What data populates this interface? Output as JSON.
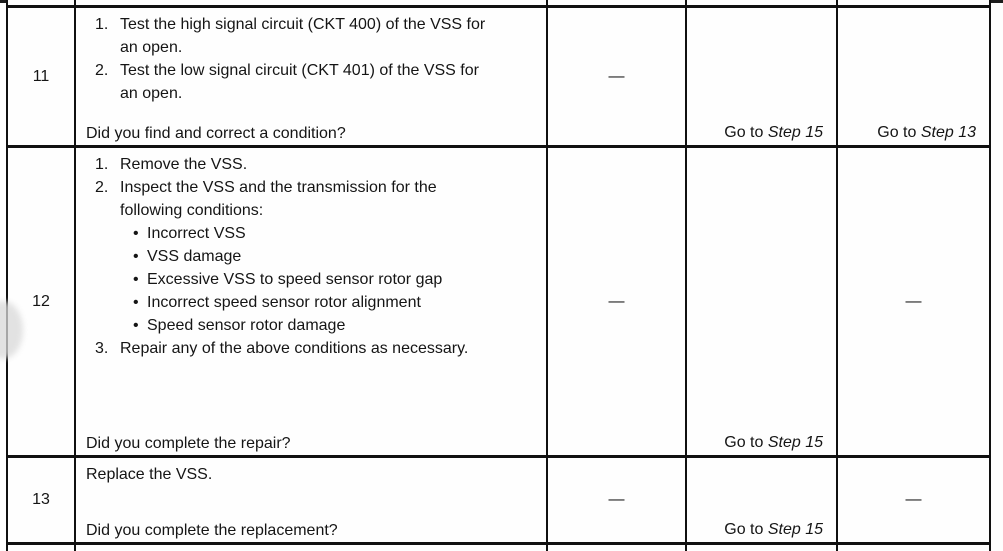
{
  "glyphs": {
    "bullet": "•"
  },
  "table": {
    "rows": [
      {
        "step": "11",
        "action": {
          "lines": [
            {
              "type": "num",
              "marker": "1.",
              "text": "Test the high signal circuit (CKT 400) of the VSS for"
            },
            {
              "type": "cont",
              "text": "an open."
            },
            {
              "type": "num",
              "marker": "2.",
              "text": "Test the low signal circuit (CKT 401) of the VSS for"
            },
            {
              "type": "cont",
              "text": "an open."
            }
          ],
          "question": "Did you find and correct a condition?"
        },
        "value": {
          "type": "dash",
          "text": "—"
        },
        "yes": {
          "type": "goto",
          "prefix": "Go to ",
          "step": "Step 15"
        },
        "no": {
          "type": "goto",
          "prefix": "Go to ",
          "step": "Step 13"
        }
      },
      {
        "step": "12",
        "action": {
          "lines": [
            {
              "type": "num",
              "marker": "1.",
              "text": "Remove the VSS."
            },
            {
              "type": "num",
              "marker": "2.",
              "text": "Inspect the VSS and the transmission for the"
            },
            {
              "type": "cont",
              "text": "following conditions:"
            },
            {
              "type": "bullet",
              "text": "Incorrect VSS"
            },
            {
              "type": "bullet",
              "text": "VSS damage"
            },
            {
              "type": "bullet",
              "text": "Excessive VSS to speed sensor rotor gap"
            },
            {
              "type": "bullet",
              "text": "Incorrect speed sensor rotor alignment"
            },
            {
              "type": "bullet",
              "text": "Speed sensor rotor damage"
            },
            {
              "type": "num",
              "marker": "3.",
              "text": "Repair any of the above conditions as necessary."
            }
          ],
          "question": "Did you complete the repair?"
        },
        "value": {
          "type": "dash",
          "text": "—"
        },
        "yes": {
          "type": "goto",
          "prefix": "Go to ",
          "step": "Step 15"
        },
        "no": {
          "type": "dash",
          "text": "—"
        }
      },
      {
        "step": "13",
        "action": {
          "lines": [
            {
              "type": "plain",
              "text": "Replace the VSS."
            }
          ],
          "question": "Did you complete the replacement?"
        },
        "value": {
          "type": "dash",
          "text": "—"
        },
        "yes": {
          "type": "goto",
          "prefix": "Go to ",
          "step": "Step 15"
        },
        "no": {
          "type": "dash",
          "text": "—"
        }
      }
    ]
  }
}
